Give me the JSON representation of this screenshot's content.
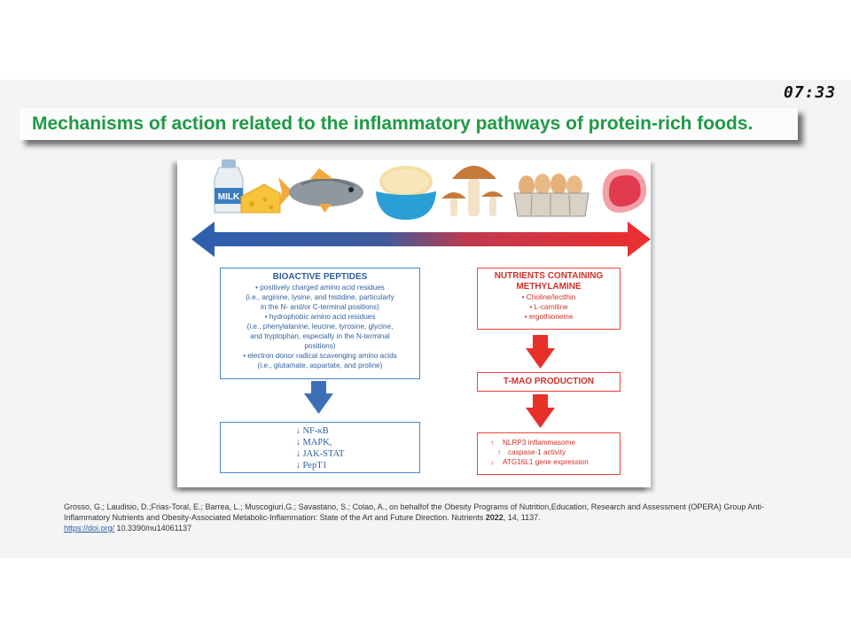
{
  "timer": "07:33",
  "title": "Mechanisms of action related to the inflammatory pathways of protein-rich foods.",
  "food_icons": {
    "milk_label": "MILK",
    "names": [
      "milk-cheese-icon",
      "fish-icon",
      "grain-bowl-icon",
      "mushroom-icon",
      "eggs-icon",
      "meat-icon"
    ]
  },
  "left_box": {
    "heading": "BIOACTIVE PEPTIDES",
    "lines": [
      "• positively charged amino acid residues",
      "(i.e., arginine, lysine, and histidine, particularly",
      "in the N- and/or C-terminal positions)",
      "• hydrophobic amino acid residues",
      "(i.e., phenylalanine, leucine, tyrosine, glycine,",
      "and tryptophan, especially in the N-terminal",
      "positions)",
      "• electron donor radical scavenging amino acids",
      "(i.e., glutamate, aspartate, and proline)"
    ]
  },
  "left_effects": [
    "↓ NF-κB",
    "↓ MAPK,",
    "↓ JAK-STAT",
    "↓ PepT1"
  ],
  "right_box": {
    "heading_1": "NUTRIENTS CONTAINING",
    "heading_2": "METHYLAMINE",
    "lines": [
      "• Choline/lecithin",
      "• L-carnitine",
      "• ergothioneine"
    ]
  },
  "tmao": "T-MAO PRODUCTION",
  "right_effects": [
    {
      "arrow": "↑",
      "text": "NLRP3 inflammasome"
    },
    {
      "arrow": "↑",
      "text": "caspase-1 activity"
    },
    {
      "arrow": "↓",
      "text": "ATG16L1 gene expression"
    }
  ],
  "citation": {
    "text": "Grosso, G.; Laudisio, D.;Frias-Toral, E.; Barrea, L.; Muscogiuri,G.; Savastano, S.; Colao, A., on behalfof the Obesity Programs of Nutrition,Education, Research and Assessment (OPERA) Group Anti-Inflammatory Nutrients and Obesity-Associated Metabolic-Inflammation: State of the Art and Future Direction. Nutrients ",
    "year": "2022",
    "rest": ", 14, 1137.",
    "link": "https://doi.org/",
    "doi": " 10.3390/nu14061137"
  },
  "colors": {
    "title_green": "#1f9a45",
    "blue": "#3d6fb8",
    "red": "#e8302a"
  }
}
